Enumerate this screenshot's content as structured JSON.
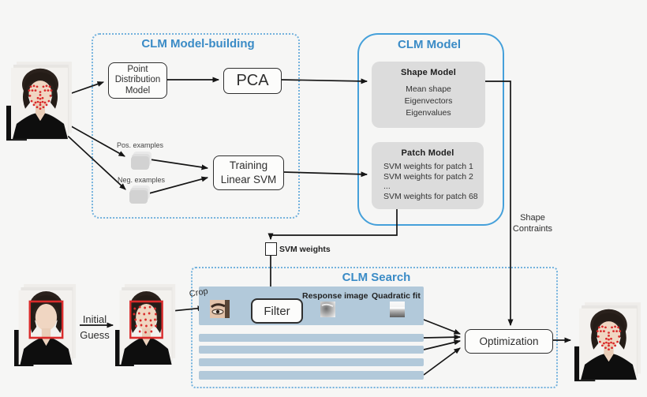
{
  "model_building": {
    "title": "CLM Model-building",
    "pdm_label": "Point\nDistribution\nModel",
    "pca_label": "PCA",
    "pos_examples_label": "Pos. examples",
    "neg_examples_label": "Neg. examples",
    "svm_training_label": "Training\nLinear SVM"
  },
  "clm_model": {
    "title": "CLM Model",
    "shape_model": {
      "title": "Shape Model",
      "items": [
        "Mean shape",
        "Eigenvectors",
        "Eigenvalues"
      ]
    },
    "patch_model": {
      "title": "Patch Model",
      "items": [
        "SVM weights for patch 1",
        "SVM weights for patch 2",
        "...",
        "SVM weights for patch 68"
      ]
    }
  },
  "connectors": {
    "svm_weights_label": "SVM weights",
    "shape_constraints_label": "Shape\nContraints",
    "crop_label": "Crop",
    "initial_guess_label": "Initial\nGuess"
  },
  "clm_search": {
    "title": "CLM Search",
    "filter_label": "Filter",
    "response_image_label": "Response image",
    "quadratic_fit_label": "Quadratic fit",
    "optimization_label": "Optimization"
  },
  "colors": {
    "accent_blue": "#3a8bc6",
    "band_blue": "#b2c9da",
    "landmark_red": "#d92b2b"
  }
}
